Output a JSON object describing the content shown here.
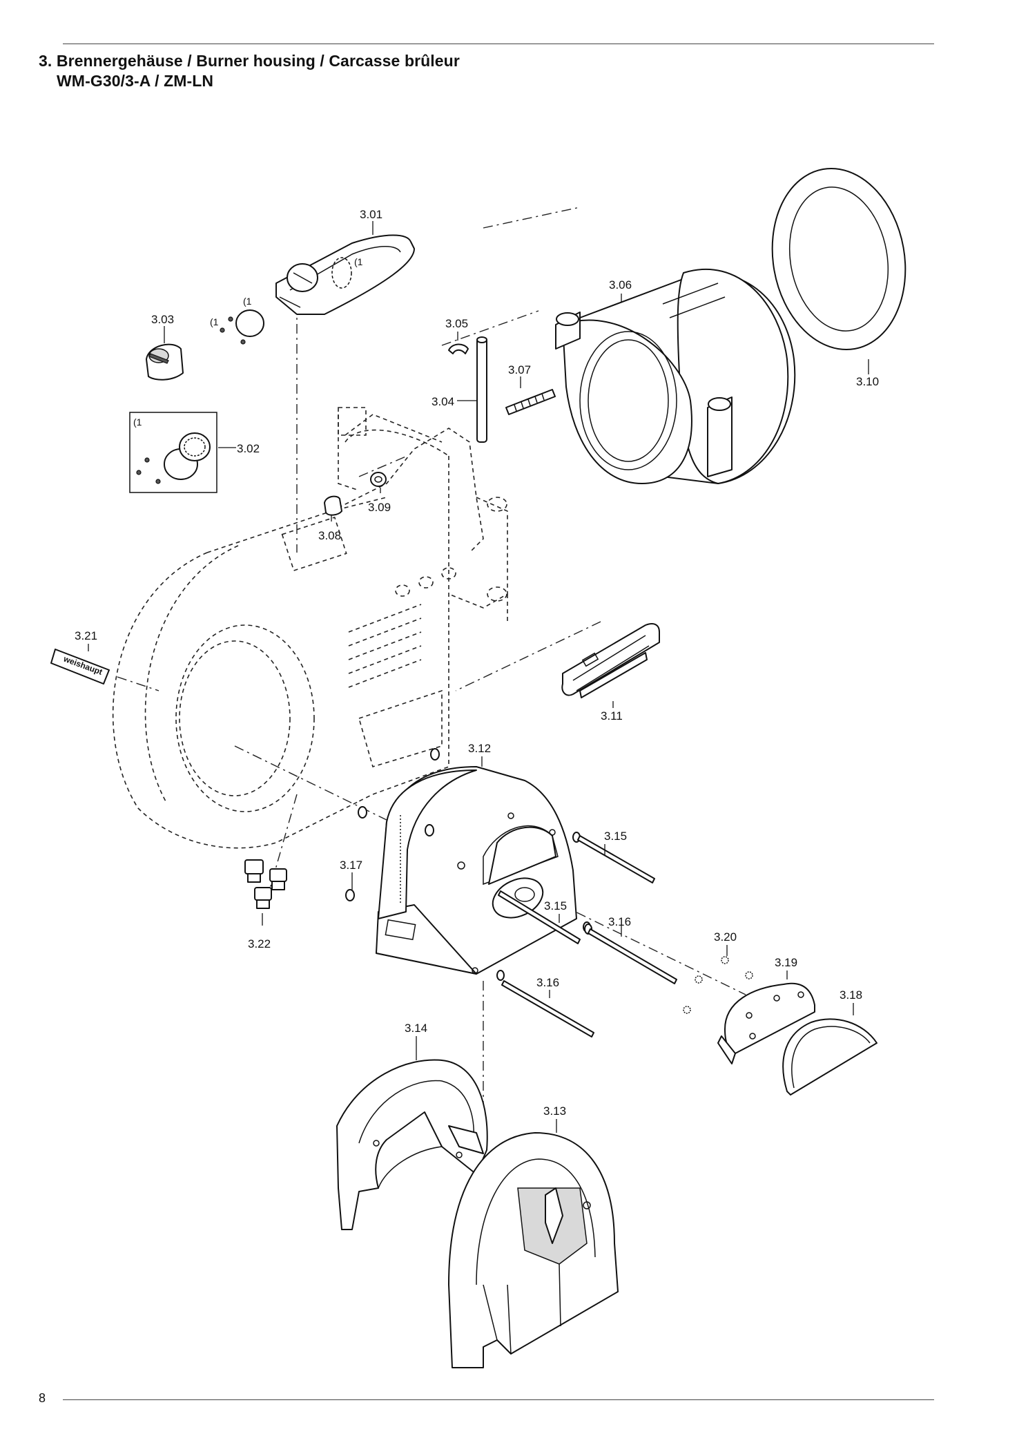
{
  "header": {
    "title_line1": "3. Brennergehäuse / Burner housing / Carcasse brûleur",
    "title_line2": "WM-G30/3-A / ZM-LN"
  },
  "footer": {
    "page_number": "8"
  },
  "diagram": {
    "part_labels": [
      "3.01",
      "3.02",
      "3.03",
      "3.04",
      "3.05",
      "3.06",
      "3.07",
      "3.08",
      "3.09",
      "3.10",
      "3.11",
      "3.12",
      "3.13",
      "3.14",
      "3.15",
      "3.15",
      "3.16",
      "3.16",
      "3.17",
      "3.18",
      "3.19",
      "3.20",
      "3.21",
      "3.22"
    ],
    "footnote_markers": [
      "(1",
      "(1",
      "(1",
      "(1"
    ],
    "logo_text": "weishaupt"
  }
}
